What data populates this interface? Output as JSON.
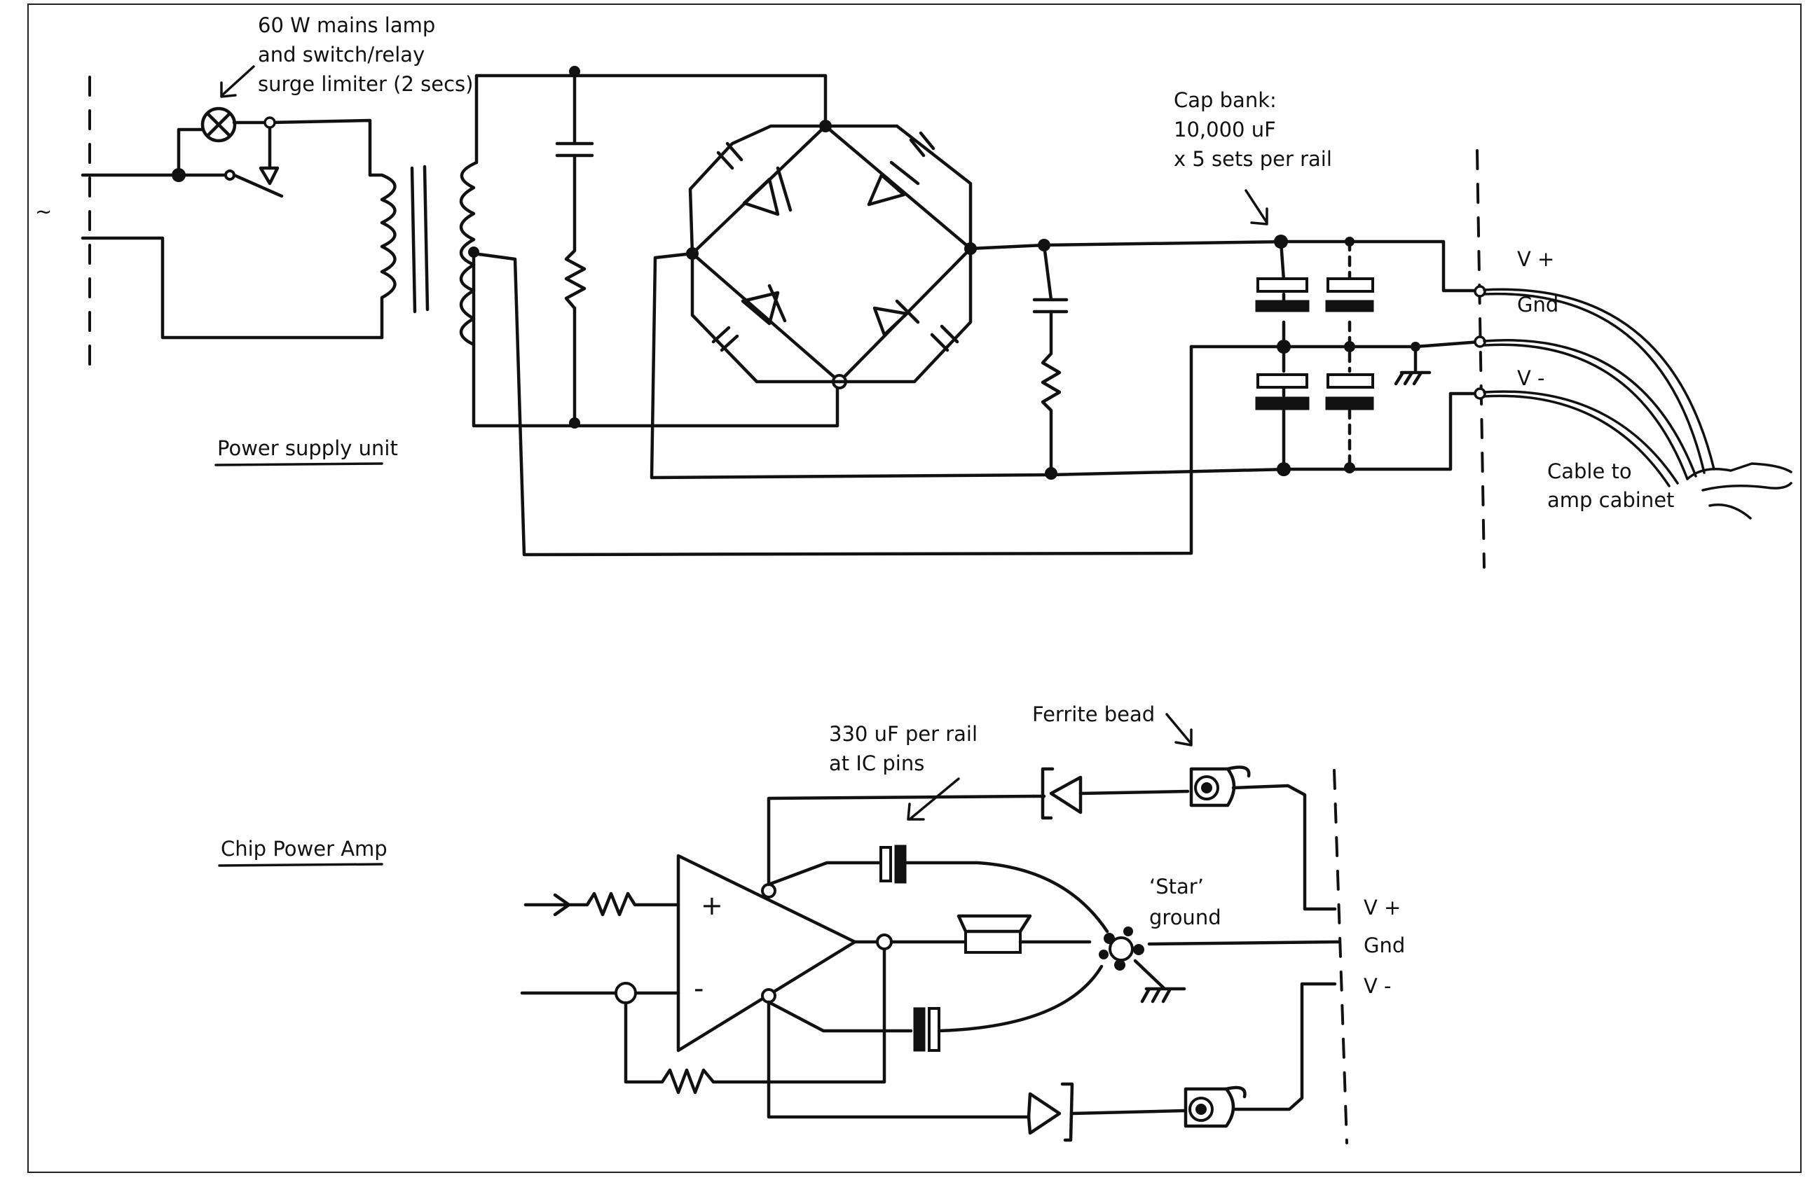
{
  "psu": {
    "title": "Power supply unit",
    "mains_symbol": "~",
    "lamp_note": [
      "60 W mains lamp",
      "and switch/relay",
      "surge limiter (2 secs)"
    ],
    "capbank_note": [
      "Cap bank:",
      "10,000 uF",
      "x 5 sets per rail"
    ],
    "outputs": [
      "V +",
      "Gnd",
      "V -"
    ],
    "cable_note": [
      "Cable to",
      "amp cabinet"
    ]
  },
  "amp": {
    "title": "Chip Power Amp",
    "cap_note": [
      "330 uF per rail",
      "at IC pins"
    ],
    "ferrite_note": "Ferrite bead",
    "star_note": [
      "‘Star’",
      "ground"
    ],
    "inputs": [
      "V +",
      "Gnd",
      "V -"
    ],
    "opamp_plus": "+",
    "opamp_minus": "-"
  }
}
